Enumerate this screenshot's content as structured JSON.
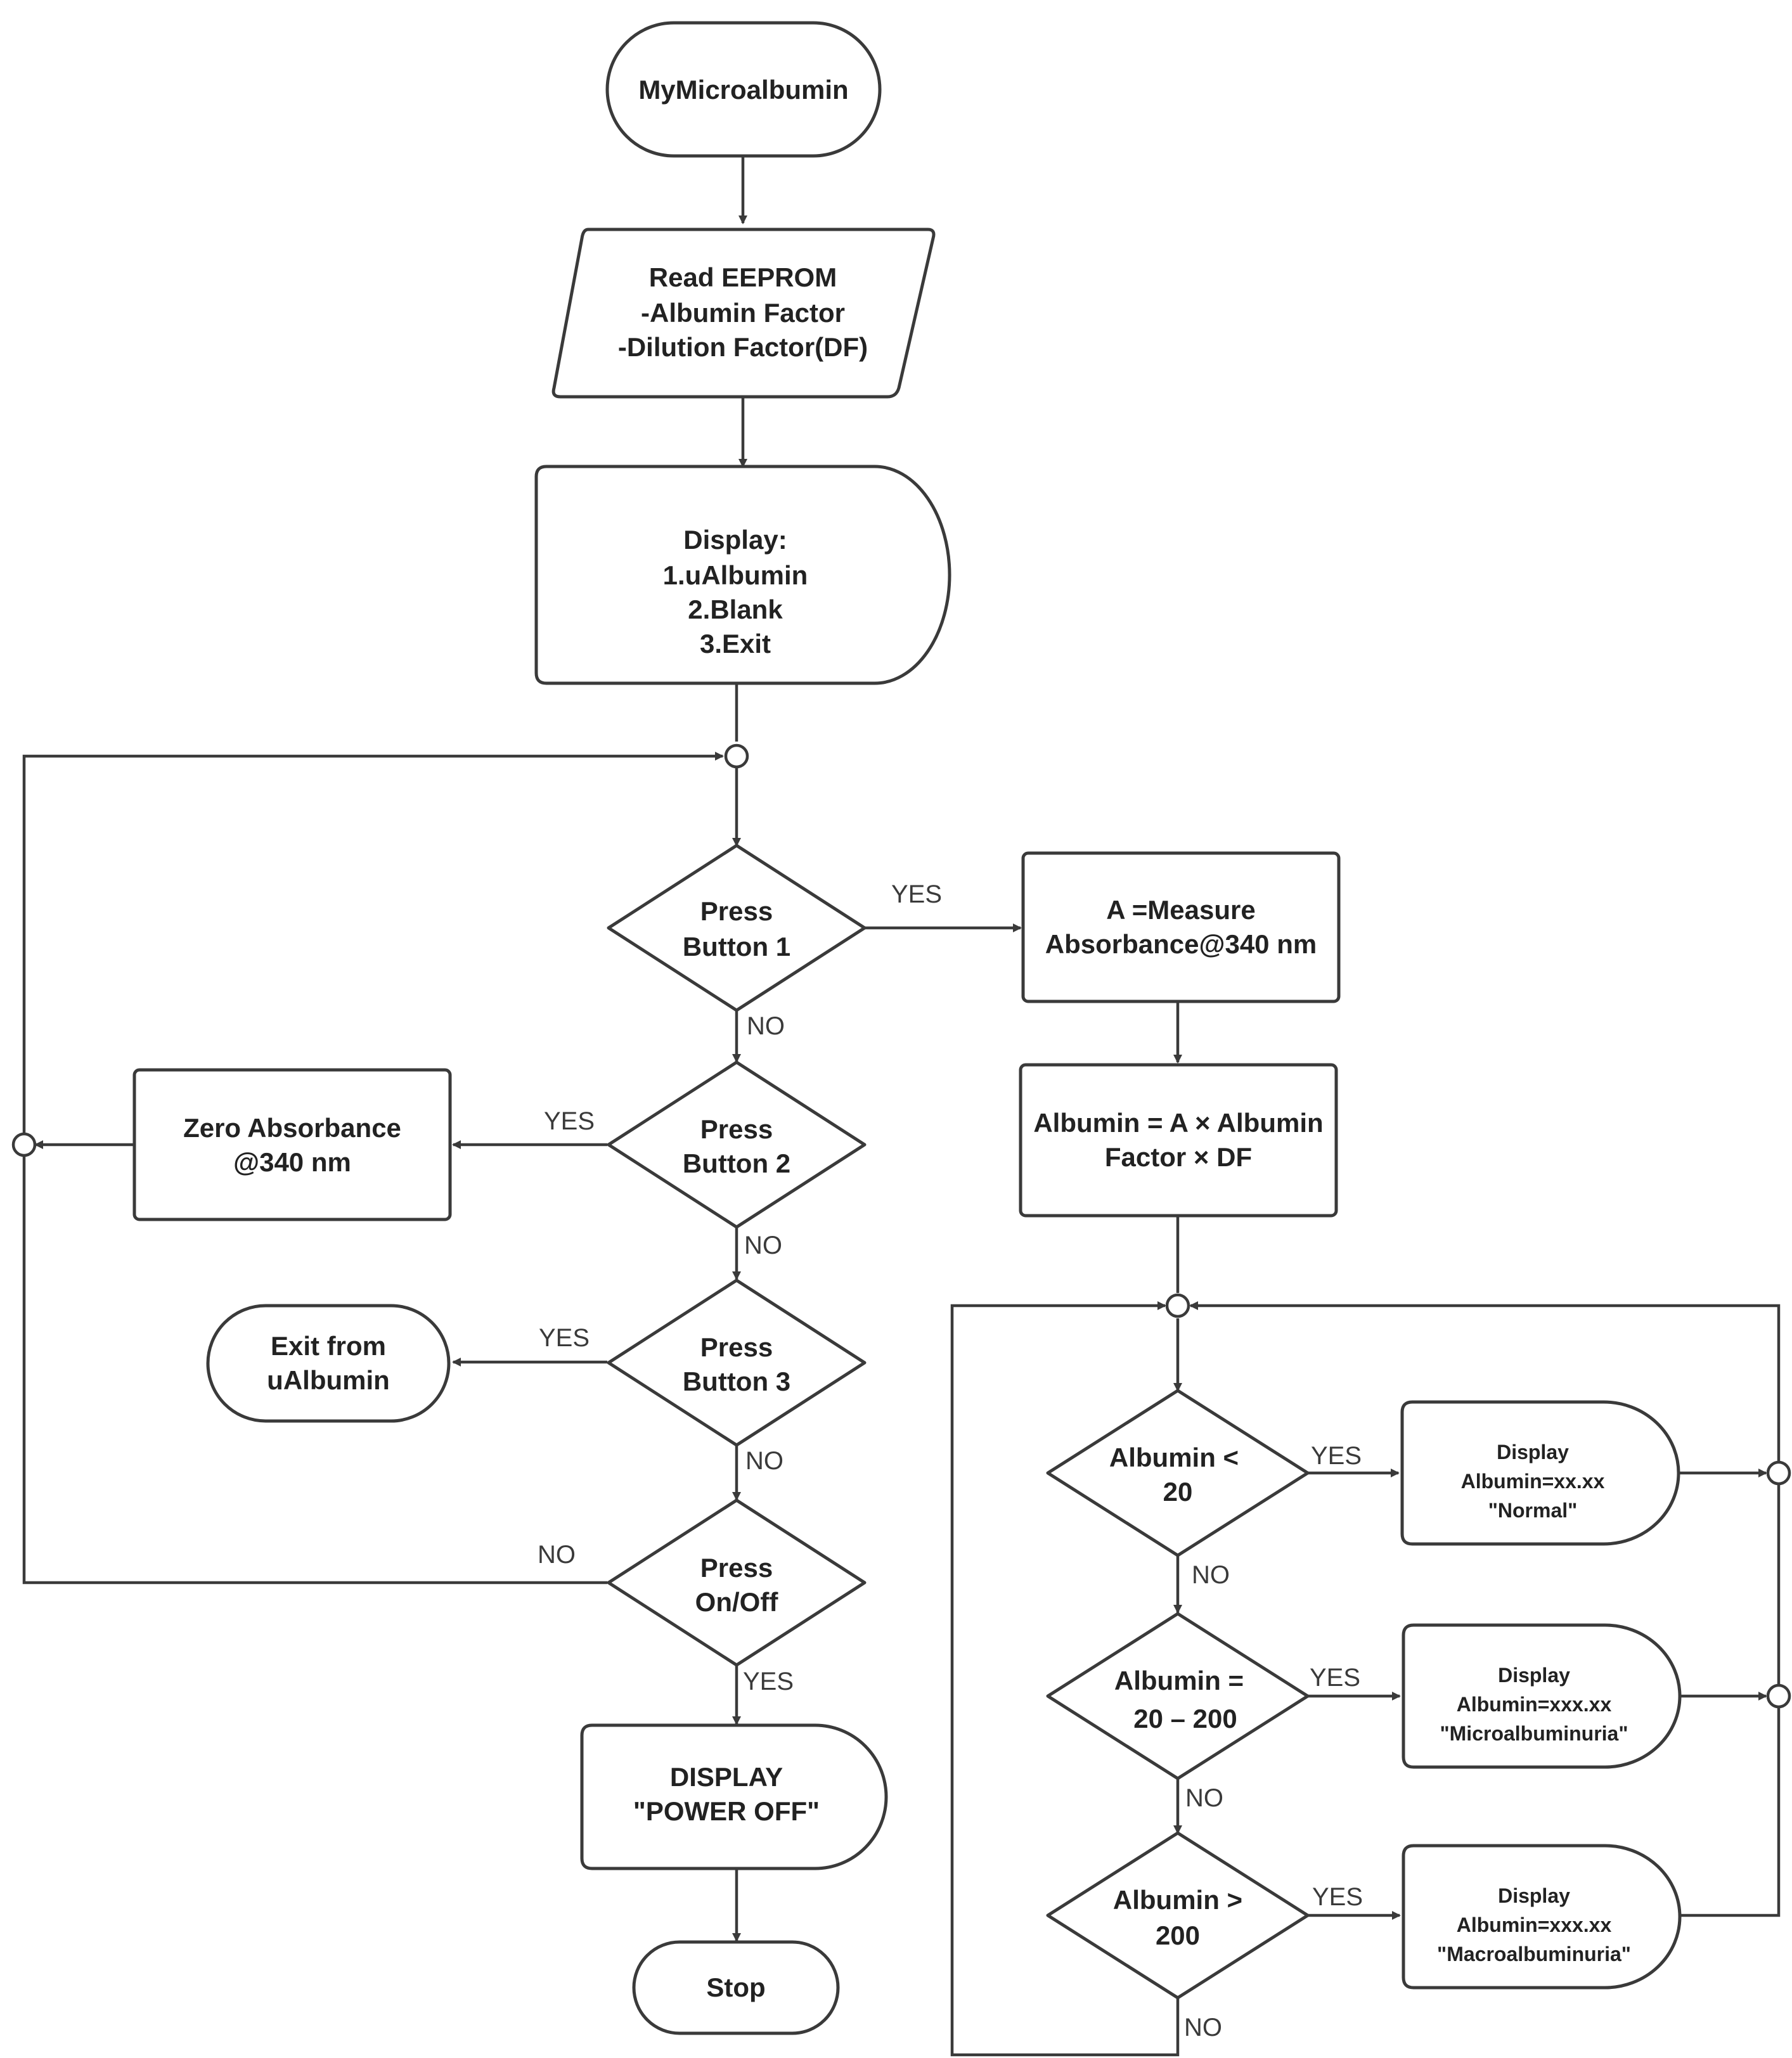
{
  "nodes": {
    "start": "MyMicroalbumin",
    "read_eeprom": [
      "Read EEPROM",
      "-Albumin Factor",
      "-Dilution Factor(DF)"
    ],
    "display_menu": [
      "Display:",
      "1.uAlbumin",
      "2.Blank",
      "3.Exit"
    ],
    "press_button_1": [
      "Press",
      "Button 1"
    ],
    "press_button_2": [
      "Press",
      "Button 2"
    ],
    "press_button_3": [
      "Press",
      "Button 3"
    ],
    "press_onoff": [
      "Press",
      "On/Off"
    ],
    "measure": [
      "A =Measure",
      "Absorbance@340 nm"
    ],
    "albumin_calc": [
      "Albumin = A × Albumin",
      "Factor × DF"
    ],
    "zero_absorbance": [
      "Zero Absorbance",
      "@340 nm"
    ],
    "exit_ualbumin": [
      "Exit from",
      "uAlbumin"
    ],
    "display_power_off": [
      "DISPLAY",
      "\"POWER OFF\""
    ],
    "stop": "Stop",
    "albumin_lt_20": [
      "Albumin <",
      "20"
    ],
    "albumin_eq_20_200": [
      "Albumin =",
      "20 – 200"
    ],
    "albumin_gt_200": [
      "Albumin >",
      "200"
    ],
    "display_normal": [
      "Display",
      "Albumin=xx.xx",
      "\"Normal\""
    ],
    "display_micro": [
      "Display",
      "Albumin=xxx.xx",
      "\"Microalbuminuria\""
    ],
    "display_macro": [
      "Display",
      "Albumin=xxx.xx",
      "\"Macroalbuminuria\""
    ]
  },
  "edge_labels": {
    "yes": "YES",
    "no": "NO"
  }
}
